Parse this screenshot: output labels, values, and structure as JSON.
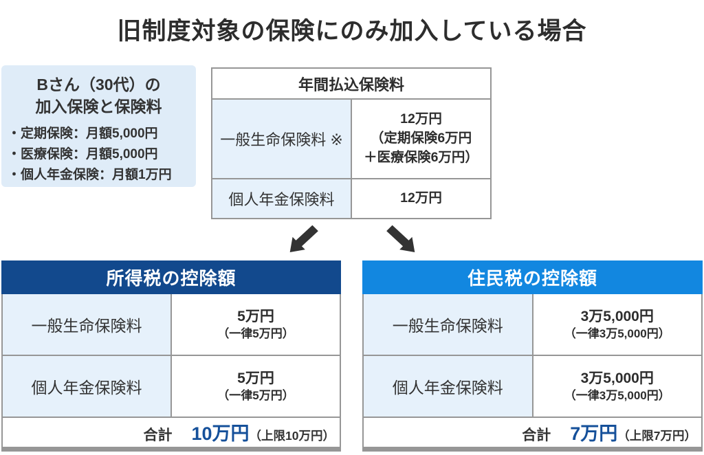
{
  "title": "旧制度対象の保険にのみ加入している場合",
  "info_box": {
    "title_line1": "Bさん（30代）の",
    "title_line2": "加入保険と保険料",
    "items": [
      "・定期保険：月額5,000円",
      "・医療保険：月額5,000円",
      "・個人年金保険：月額1万円"
    ]
  },
  "annual_table": {
    "header": "年間払込保険料",
    "rows": [
      {
        "label": "一般生命保険料 ※",
        "value_lines": [
          "12万円",
          "（定期保険6万円",
          "＋医療保険6万円）"
        ]
      },
      {
        "label": "個人年金保険料",
        "value_lines": [
          "12万円"
        ]
      }
    ]
  },
  "arrows": {
    "left_icon": "arrow-down-left",
    "right_icon": "arrow-down-right"
  },
  "income_tax_table": {
    "header": "所得税の控除額",
    "rows": [
      {
        "label": "一般生命保険料",
        "value_main": "5万円",
        "value_sub": "（一律5万円）"
      },
      {
        "label": "個人年金保険料",
        "value_main": "5万円",
        "value_sub": "（一律5万円）"
      }
    ],
    "total_label": "合計",
    "total_value": "10万円",
    "total_note": "（上限10万円）"
  },
  "resident_tax_table": {
    "header": "住民税の控除額",
    "rows": [
      {
        "label": "一般生命保険料",
        "value_main": "3万5,000円",
        "value_sub": "（一律3万5,000円）"
      },
      {
        "label": "個人年金保険料",
        "value_main": "3万5,000円",
        "value_sub": "（一律3万5,000円）"
      }
    ],
    "total_label": "合計",
    "total_value": "7万円",
    "total_note": "（上限7万円）"
  },
  "colors": {
    "income_header_bg": "#12498d",
    "resident_header_bg": "#1287e0",
    "total_value_blue": "#15509a",
    "light_blue_cell": "#e6f1fb",
    "info_box_bg": "#dfecf8",
    "border_gray": "#969696",
    "arrow_dark": "#333333",
    "title_text": "#2d2d2d"
  }
}
